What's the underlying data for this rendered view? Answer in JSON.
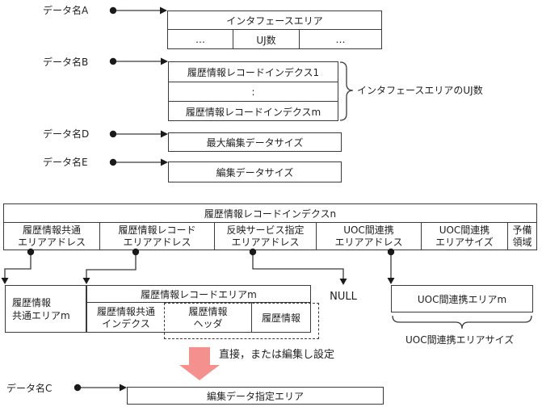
{
  "colors": {
    "accent_arrow": "#F4918E",
    "line": "#3A3A3A"
  },
  "pointer_rows": {
    "a": {
      "label": "データ名A"
    },
    "b": {
      "label": "データ名B"
    },
    "d": {
      "label": "データ名D"
    },
    "e": {
      "label": "データ名E"
    },
    "c": {
      "label": "データ名C"
    }
  },
  "interface_area": {
    "title": "インタフェースエリア",
    "cells": [
      "…",
      "UJ数",
      "…"
    ]
  },
  "index_list": {
    "rows": [
      "履歴情報レコードインデクス1",
      ":",
      "履歴情報レコードインデクスm"
    ],
    "brace_label": "インタフェースエリアのUJ数"
  },
  "max_edit_size_box": "最大編集データサイズ",
  "edit_size_box": "編集データサイズ",
  "index_table": {
    "title": "履歴情報レコードインデクスn",
    "columns": [
      {
        "line1": "履歴情報共通",
        "line2": "エリアアドレス"
      },
      {
        "line1": "履歴情報レコード",
        "line2": "エリアアドレス"
      },
      {
        "line1": "反映サービス指定",
        "line2": "エリアアドレス"
      },
      {
        "line1": "UOC間連携",
        "line2": "エリアアドレス"
      },
      {
        "line1": "UOC間連携",
        "line2": "エリアサイズ"
      },
      {
        "line1": "予備",
        "line2": "領域"
      }
    ]
  },
  "common_area_box": {
    "line1": "履歴情報",
    "line2": "共通エリアm"
  },
  "record_area": {
    "title": "履歴情報レコードエリアm",
    "cell1": {
      "line1": "履歴情報共通",
      "line2": "インデクス"
    },
    "cell2": {
      "line1": "履歴情報",
      "line2": "ヘッダ"
    },
    "cell3": "履歴情報"
  },
  "null_label": "NULL",
  "uoc_area": {
    "box": "UOC間連携エリアm",
    "brace_label": "UOC間連携エリアサイズ"
  },
  "set_arrow_label": "直接，または編集し設定",
  "edit_target_box": "編集データ指定エリア"
}
